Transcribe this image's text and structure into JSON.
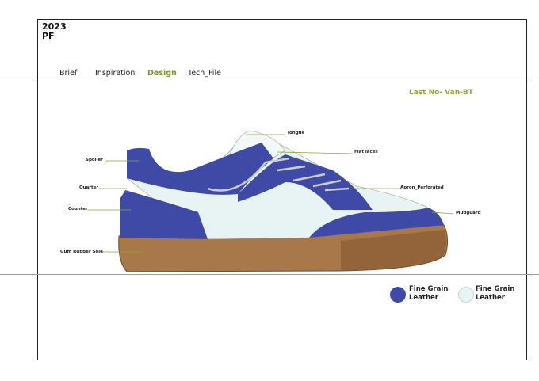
{
  "header": {
    "year": "2023",
    "code": "PF"
  },
  "nav": [
    {
      "label": "Brief"
    },
    {
      "label": "Inspiration"
    },
    {
      "label": "Design",
      "active": true
    },
    {
      "label": "Tech_File"
    }
  ],
  "last_label": "Last No- Van-BT",
  "callouts": {
    "tongue": "Tongue",
    "flat_laces": "Flat laces",
    "apron": "Apron_Perforated",
    "mudguard": "Mudguard",
    "spoiler": "Spoiler",
    "quarter": "Quarter",
    "counter": "Counter",
    "sole": "Gum Rubber Sole"
  },
  "legend": [
    {
      "line1": "Fine Grain",
      "line2": "Leather",
      "color": "#3f4aa6"
    },
    {
      "line1": "Fine Grain",
      "line2": "Leather",
      "color": "#e8f4f4"
    }
  ],
  "colors": {
    "blue": "#3f4aa6",
    "pale": "#e8f4f4",
    "gum": "#a87849",
    "callout": "#8aa83a"
  }
}
